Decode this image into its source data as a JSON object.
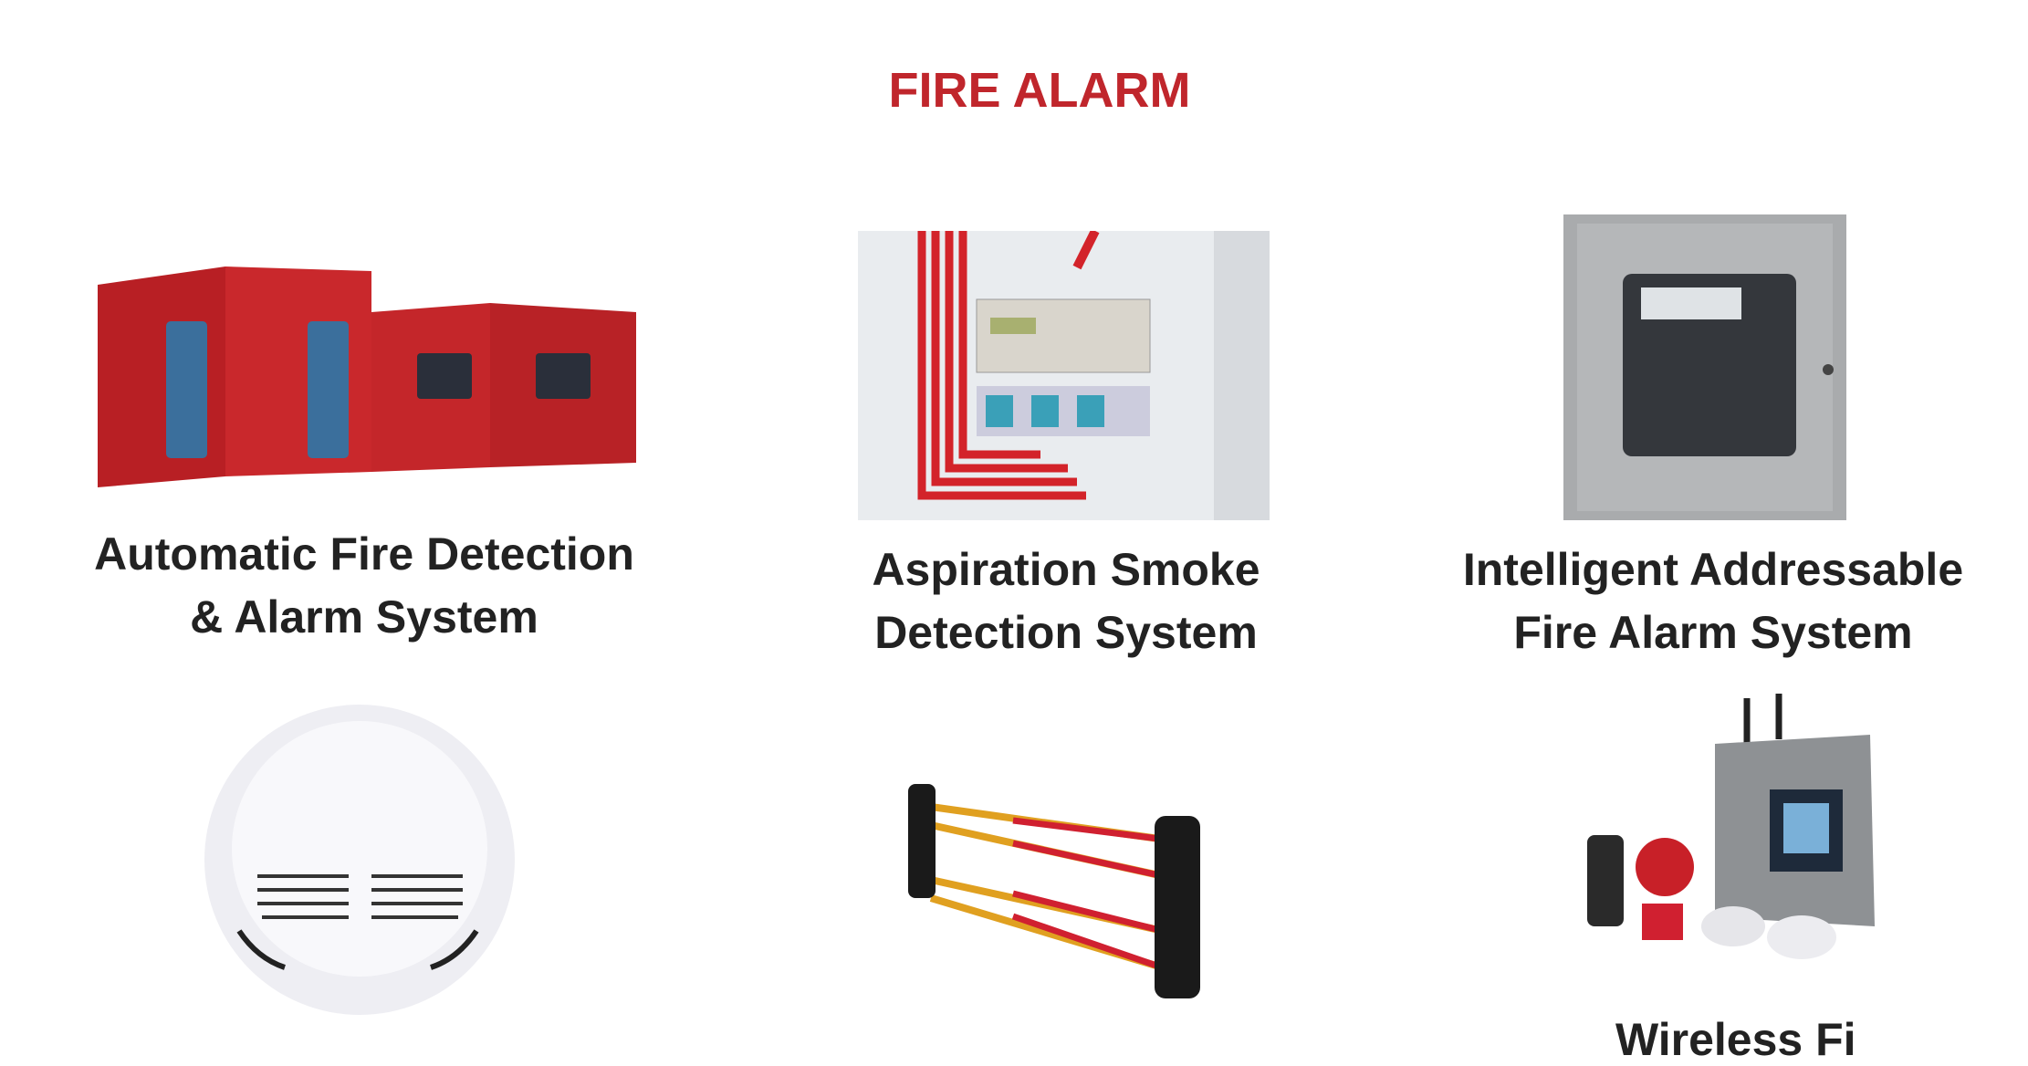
{
  "title": "FIRE ALARM",
  "items": [
    {
      "line1": "Automatic Fire Detection",
      "line2": "& Alarm System"
    },
    {
      "line1": "Aspiration Smoke",
      "line2": "Detection System"
    },
    {
      "line1": "Intelligent Addressable",
      "line2": "Fire Alarm System"
    }
  ],
  "partial_caption": "Wireless Fi",
  "colors": {
    "title": "#c0262c",
    "panel_red": "#c4262a",
    "panel_grey": "#a9abad"
  }
}
